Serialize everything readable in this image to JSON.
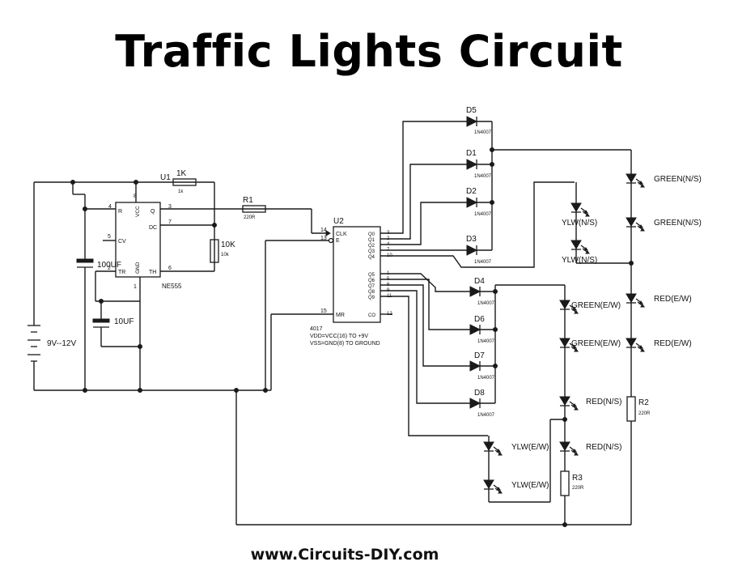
{
  "title": "Traffic Lights Circuit",
  "footer": "www.Circuits-DIY.com",
  "u1": {
    "ref": "U1",
    "part": "NE555",
    "pins": {
      "R": "R",
      "VCC": "VCC",
      "Q": "Q",
      "DC": "DC",
      "CV": "CV",
      "TR": "TR",
      "GND": "GND",
      "TH": "TH"
    },
    "nums": {
      "p4": "4",
      "p8": "8",
      "p3": "3",
      "p7": "7",
      "p5": "5",
      "p2": "2",
      "p1": "1",
      "p6": "6"
    }
  },
  "r1k": {
    "ref": "1K",
    "val": "1k"
  },
  "r10k": {
    "ref": "10K",
    "val": "10k"
  },
  "r1": {
    "ref": "R1",
    "val": "220R"
  },
  "c1": {
    "label": "100UF"
  },
  "c2": {
    "label": "10UF"
  },
  "battery": {
    "label": "9V--12V"
  },
  "u2": {
    "ref": "U2",
    "part": "4017",
    "pins_left": {
      "clk": "CLK",
      "e": "E",
      "mr": "MR"
    },
    "nums_left": {
      "p14": "14",
      "p13": "13",
      "p15": "15"
    },
    "pins_right": [
      "Q0",
      "Q1",
      "Q2",
      "Q3",
      "Q4",
      "Q5",
      "Q6",
      "Q7",
      "Q8",
      "Q9",
      "CO"
    ],
    "nums_right": [
      "3",
      "2",
      "4",
      "7",
      "10",
      "1",
      "5",
      "6",
      "9",
      "11",
      "12"
    ],
    "note1": "VDD=VCC(16) TO +9V",
    "note2": "VSS=GND(8) TO GROUND"
  },
  "diodes": {
    "d5": "D5",
    "d1": "D1",
    "d2": "D2",
    "d3": "D3",
    "d4": "D4",
    "d6": "D6",
    "d7": "D7",
    "d8": "D8",
    "part": "1N4007"
  },
  "leds": {
    "green_ns": "GREEN(N/S)",
    "yellow_ns": "YLW(N/S)",
    "red_ew": "RED(E/W)",
    "green_ew": "GREEN(E/W)",
    "red_ns": "RED(N/S)",
    "yellow_ew": "YLW(E/W)"
  },
  "r2": {
    "ref": "R2",
    "val": "220R"
  },
  "r3": {
    "ref": "R3",
    "val": "220R"
  }
}
